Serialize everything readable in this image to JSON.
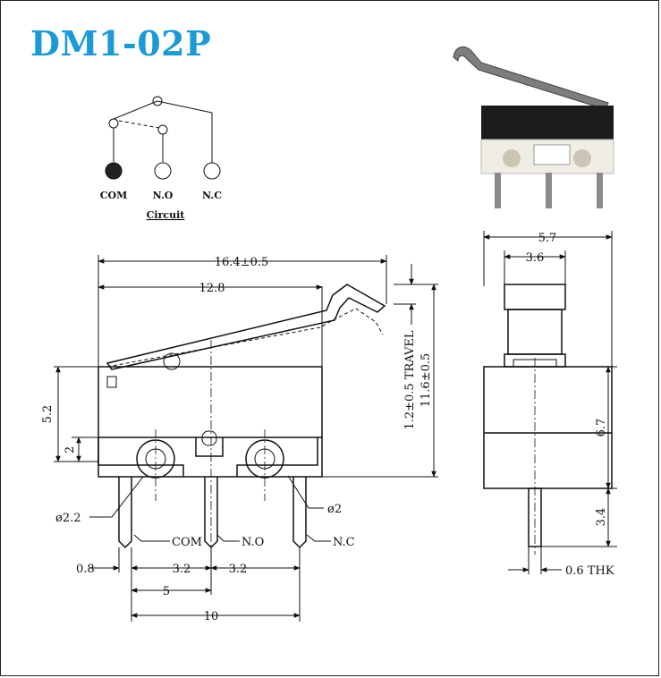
{
  "title": "DM1-02P",
  "circuit": {
    "labels": [
      "COM",
      "N.O",
      "N.C"
    ],
    "caption": "Circuit"
  },
  "dimensions": {
    "overall_length": "16.4±0.5",
    "lever_length": "12.8",
    "body_height": "5.2",
    "pin_offset": "2",
    "travel": "1.2±0.5 TRAVEL",
    "total_height": "11.6±0.5",
    "hole_left": "ø2.2",
    "hole_right": "ø2",
    "pin_com": "COM",
    "pin_no": "N.O",
    "pin_nc": "N.C",
    "pin_width": "0.8",
    "pitch_1": "3.2",
    "pitch_2": "3.2",
    "span_5": "5",
    "span_10": "10",
    "width": "5.7",
    "inner_width": "3.6",
    "side_height": "6.7",
    "pin_length": "3.4",
    "thickness": "0.6  THK"
  }
}
